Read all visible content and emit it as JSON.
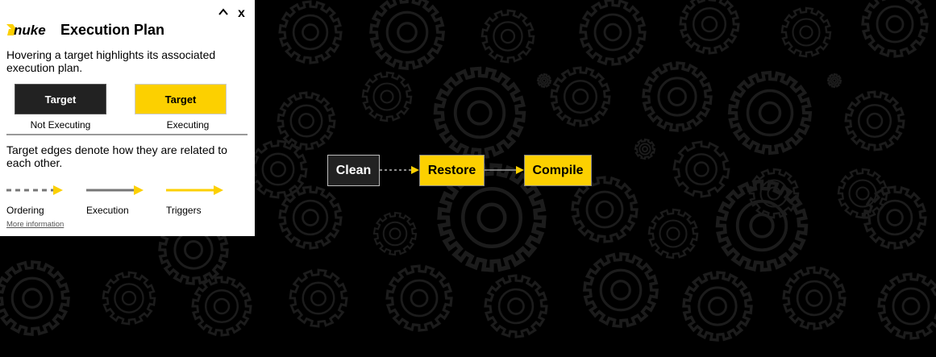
{
  "panel": {
    "title": "Execution Plan",
    "logo_text": "nuke",
    "collapse_glyph": "^",
    "close_glyph": "x",
    "description": "Hovering a target highlights its associated execution plan.",
    "sample_not_executing": {
      "label": "Target",
      "caption": "Not Executing"
    },
    "sample_executing": {
      "label": "Target",
      "caption": "Executing"
    },
    "edges_description": "Target edges denote how they are related to each other.",
    "edge_types": [
      {
        "label": "Ordering",
        "style": "dashed",
        "color": "#777777"
      },
      {
        "label": "Execution",
        "style": "solid",
        "color": "#777777"
      },
      {
        "label": "Triggers",
        "style": "solid",
        "color": "#fcd000"
      }
    ],
    "more_info": "More information"
  },
  "graph": {
    "nodes": [
      {
        "label": "Clean",
        "state": "not-executing"
      },
      {
        "label": "Restore",
        "state": "executing"
      },
      {
        "label": "Compile",
        "state": "executing"
      }
    ],
    "edges": [
      {
        "from": "Clean",
        "to": "Restore",
        "type": "Ordering"
      },
      {
        "from": "Restore",
        "to": "Compile",
        "type": "Execution"
      }
    ]
  },
  "colors": {
    "background": "#000000",
    "gear_pattern": "#1c1c1c",
    "accent": "#fcd000",
    "dark_node": "#222222"
  }
}
